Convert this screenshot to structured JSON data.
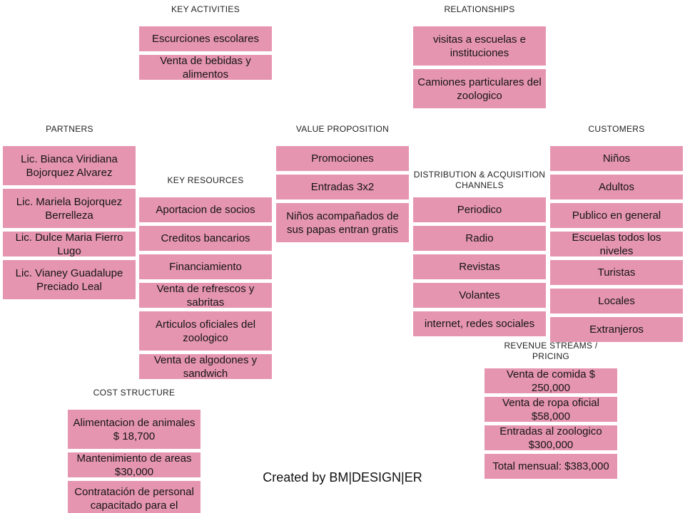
{
  "headers": {
    "key_activities": "KEY ACTIVITIES",
    "relationships": "RELATIONSHIPS",
    "partners": "PARTNERS",
    "value_proposition": "VALUE PROPOSITION",
    "customers": "CUSTOMERS",
    "key_resources": "KEY RESOURCES",
    "distribution": "DISTRIBUTION  &  ACQUISITION  CHANNELS",
    "revenue": "REVENUE  STREAMS  /  PRICING",
    "cost": "COST  STRUCTURE"
  },
  "key_activities": [
    "Escurciones escolares",
    "Venta de bebidas y alimentos"
  ],
  "relationships": [
    "visitas a escuelas e instituciones",
    "Camiones particulares del zoologico"
  ],
  "partners": [
    "Lic. Bianca Viridiana Bojorquez Alvarez",
    "Lic. Mariela Bojorquez Berrelleza",
    "Lic. Dulce Maria Fierro Lugo",
    "Lic. Vianey Guadalupe Preciado Leal"
  ],
  "key_resources": [
    "Aportacion de socios",
    "Creditos bancarios",
    "Financiamiento",
    "Venta de refrescos y sabritas",
    "Articulos oficiales del zoologico",
    "Venta de algodones y sandwich"
  ],
  "value_proposition": [
    "Promociones",
    "Entradas 3x2",
    "Niños acompañados de sus papas entran gratis"
  ],
  "distribution": [
    "Periodico",
    "Radio",
    "Revistas",
    "Volantes",
    "internet, redes sociales"
  ],
  "customers": [
    "Niños",
    "Adultos",
    "Publico en general",
    "Escuelas todos los niveles",
    "Turistas",
    "Locales",
    "Extranjeros"
  ],
  "revenue": [
    "Venta de comida $ 250,000",
    "Venta de ropa oficial $58,000",
    "Entradas al zoologico $300,000",
    "Total mensual: $383,000"
  ],
  "cost": [
    "Alimentacion de animales $ 18,700",
    "Mantenimiento de areas $30,000",
    "Contratación de personal capacitado para el cuidado de los"
  ],
  "footer": "Created by BM|DESIGN|ER",
  "colors": {
    "box_fill": "#e695b1"
  }
}
